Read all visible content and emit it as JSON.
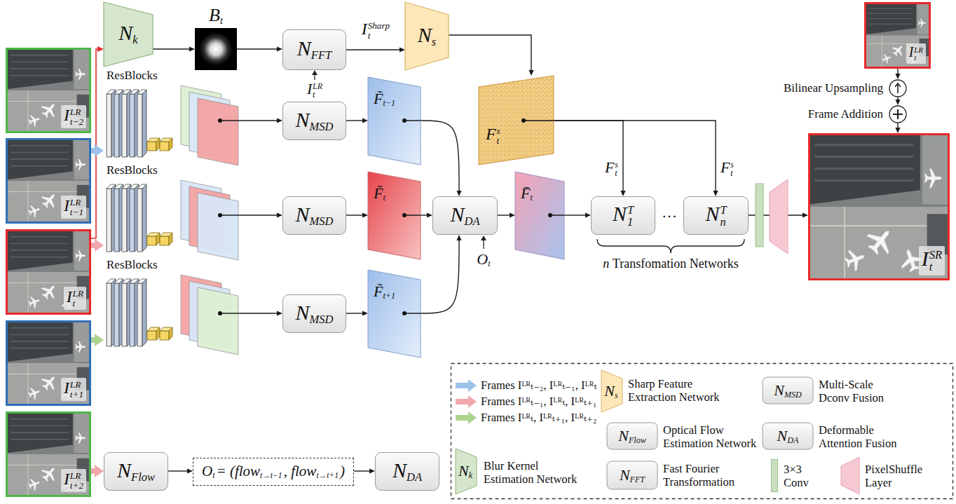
{
  "diagram": {
    "nodes": [
      {
        "text": [
          "I",
          "LR",
          "t−2"
        ]
      },
      {
        "text": [
          "I",
          "LR",
          "t−1"
        ]
      },
      {
        "text": [
          "I",
          "LR",
          "t"
        ]
      },
      {
        "text": [
          "I",
          "LR",
          "t+1"
        ]
      },
      {
        "text": [
          "I",
          "LR",
          "t+2"
        ]
      },
      {
        "text": [
          "N",
          "k"
        ]
      },
      {
        "text": [
          "B",
          "t"
        ]
      },
      {
        "text": [
          "N",
          "FFT"
        ]
      },
      {
        "text": [
          "N",
          "s"
        ]
      },
      {
        "text": [
          "F",
          "s",
          "t"
        ]
      },
      {
        "text": [
          "ResBlocks"
        ]
      },
      {
        "text": [
          "N",
          "MSD"
        ]
      },
      {
        "text": [
          "F̃",
          "t−1"
        ]
      },
      {
        "text": [
          "ResBlocks"
        ]
      },
      {
        "text": [
          "N",
          "MSD"
        ]
      },
      {
        "text": [
          "F̃",
          "t"
        ]
      },
      {
        "text": [
          "N",
          "DA"
        ]
      },
      {
        "text": [
          "F̄",
          "t"
        ]
      },
      {
        "text": [
          "N",
          "T",
          "1"
        ]
      },
      {
        "text": [
          "N",
          "T",
          "n"
        ]
      },
      {
        "text": [
          "I",
          "LR",
          "t"
        ]
      },
      {
        "text": [
          "Bilinear Upsampling"
        ]
      },
      {
        "text": [
          "Frame Addition"
        ]
      },
      {
        "text": [
          "I",
          "SR",
          "t"
        ]
      },
      {
        "text": [
          "ResBlocks"
        ]
      },
      {
        "text": [
          "N",
          "MSD"
        ]
      },
      {
        "text": [
          "F̃",
          "t+1"
        ]
      },
      {
        "text": [
          "N",
          "Flow"
        ]
      },
      {
        "text": [
          "O",
          "t",
          "= (flow",
          "t→t−1",
          ", flow",
          "t→t+1",
          ")"
        ]
      },
      {
        "text": [
          "N",
          "DA"
        ]
      }
    ],
    "edges": [
      {
        "from": 2,
        "to": 5,
        "arrow": "to"
      },
      {
        "from": 1,
        "to": 10,
        "arrow": "to"
      },
      {
        "from": 2,
        "to": 13,
        "arrow": "to"
      },
      {
        "from": 3,
        "to": 24,
        "arrow": "to"
      },
      {
        "from": 4,
        "to": 27,
        "arrow": "to"
      },
      {
        "from": 5,
        "to": 6,
        "arrow": "to"
      },
      {
        "from": 6,
        "to": 7,
        "arrow": "to"
      },
      {
        "from": 7,
        "to": 8,
        "arrow": "to"
      },
      {
        "from": 8,
        "to": 9,
        "arrow": "to"
      },
      {
        "from": 9,
        "to": 18,
        "arrow": "to"
      },
      {
        "from": 9,
        "to": 19,
        "arrow": "to"
      },
      {
        "from": 10,
        "to": 11,
        "arrow": "to"
      },
      {
        "from": 11,
        "to": 12,
        "arrow": "to"
      },
      {
        "from": 12,
        "to": 16,
        "arrow": "to"
      },
      {
        "from": 13,
        "to": 14,
        "arrow": "to"
      },
      {
        "from": 14,
        "to": 15,
        "arrow": "to"
      },
      {
        "from": 15,
        "to": 16,
        "arrow": "to"
      },
      {
        "from": 24,
        "to": 25,
        "arrow": "to"
      },
      {
        "from": 25,
        "to": 26,
        "arrow": "to"
      },
      {
        "from": 26,
        "to": 16,
        "arrow": "to"
      },
      {
        "from": 16,
        "to": 17,
        "arrow": "to"
      },
      {
        "from": 17,
        "to": 18,
        "arrow": "to"
      },
      {
        "from": 19,
        "to": 23,
        "arrow": "to"
      },
      {
        "from": 20,
        "to": 21,
        "arrow": "to"
      },
      {
        "from": 21,
        "to": 22,
        "arrow": "to"
      },
      {
        "from": 22,
        "to": 23,
        "arrow": "to"
      },
      {
        "from": 27,
        "to": 28,
        "arrow": "to"
      },
      {
        "from": 28,
        "to": 29,
        "arrow": "to"
      }
    ],
    "labels": [
      "I",
      "LR",
      "t",
      "I",
      "Sharp",
      "t",
      "F",
      "s",
      "t",
      "F",
      "s",
      "t",
      "O",
      "t",
      "···",
      "n",
      "Transfomation Networks",
      "N",
      "s",
      "N",
      "MSD",
      "N",
      "Flow",
      "N",
      "DA",
      "N",
      "k",
      "N",
      "FFT"
    ],
    "legend": [
      {
        "text": "Frames Iᴸᴿₜ₋₂, Iᴸᴿₜ₋₁, Iᴸᴿₜ"
      },
      {
        "text": "Sharp Feature Extraction Network"
      },
      {
        "text": "Multi-Scale Dconv Fusion"
      },
      {
        "text": "Frames Iᴸᴿₜ₋₁, Iᴸᴿₜ, Iᴸᴿₜ₊₁"
      },
      {
        "text": "Frames Iᴸᴿₜ, Iᴸᴿₜ₊₁, Iᴸᴿₜ₊₂"
      },
      {
        "text": "Optical Flow Estimation Network"
      },
      {
        "text": "Deformable Attention Fusion"
      },
      {
        "text": "Blur Kernel Estimation Network"
      },
      {
        "text": "Fast Fourier Transformation"
      },
      {
        "text": "3×3 Conv",
        "color": "#c9e0bf"
      },
      {
        "text": "PixelShuffle Layer"
      }
    ]
  }
}
